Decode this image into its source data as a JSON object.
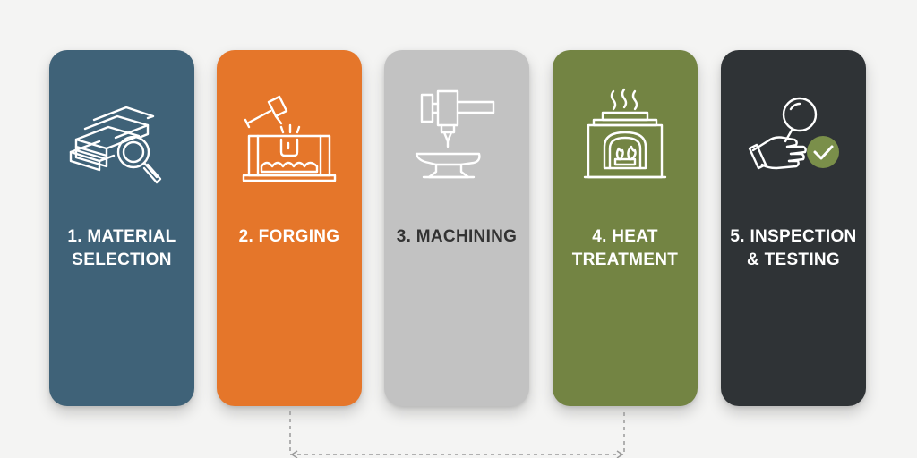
{
  "colors": {
    "background": "#f4f4f3",
    "dashed_connector": "#9a9a9a"
  },
  "steps": [
    {
      "line1": "1. MATERIAL",
      "line2": "SELECTION",
      "bg": "#3f6278",
      "text": "#ffffff",
      "stroke": "#ffffff",
      "icon": "material-stack-magnifier-icon"
    },
    {
      "line1": "2. FORGING",
      "line2": "",
      "bg": "#e5762a",
      "text": "#ffffff",
      "stroke": "#ffffff",
      "icon": "forging-hammer-press-icon"
    },
    {
      "line1": "3. MACHINING",
      "line2": "",
      "bg": "#c2c2c2",
      "text": "#333333",
      "stroke": "#ffffff",
      "icon": "machining-lathe-anvil-icon"
    },
    {
      "line1": "4. HEAT",
      "line2": "TREATMENT",
      "bg": "#738443",
      "text": "#ffffff",
      "stroke": "#ffffff",
      "icon": "heat-treatment-furnace-icon"
    },
    {
      "line1": "5. INSPECTION",
      "line2": "& TESTING",
      "bg": "#2f3336",
      "text": "#ffffff",
      "stroke": "#ffffff",
      "icon": "inspection-hand-magnifier-check-icon"
    }
  ]
}
